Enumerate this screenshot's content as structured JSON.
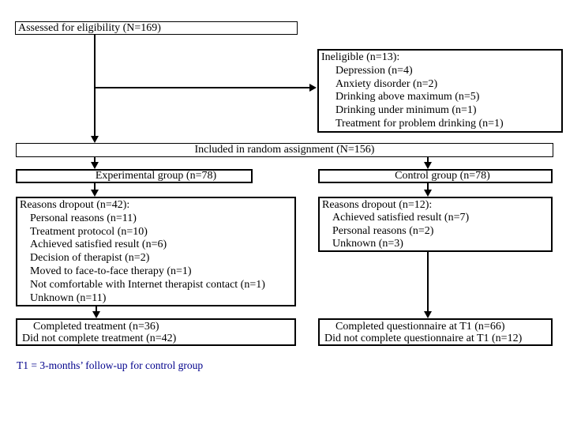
{
  "diagram": {
    "assessed": {
      "label": "Assessed for eligibility (N=169)"
    },
    "ineligible": {
      "title": "Ineligible (n=13):",
      "items": [
        "Depression (n=4)",
        "Anxiety disorder (n=2)",
        "Drinking above maximum (n=5)",
        "Drinking under minimum (n=1)",
        "Treatment for problem drinking (n=1)"
      ]
    },
    "included": {
      "label": "Included in random assignment (N=156)"
    },
    "experimental": {
      "label": "Experimental group (n=78)"
    },
    "control": {
      "label": "Control group (n=78)"
    },
    "dropout_experimental": {
      "title": "Reasons dropout (n=42):",
      "items": [
        "Personal reasons (n=11)",
        "Treatment protocol (n=10)",
        "Achieved satisfied result (n=6)",
        "Decision of therapist (n=2)",
        "Moved to face-to-face therapy (n=1)",
        "Not comfortable with Internet therapist contact (n=1)",
        "Unknown (n=11)"
      ]
    },
    "dropout_control": {
      "title": "Reasons dropout (n=12):",
      "items": [
        "Achieved satisfied result (n=7)",
        "Personal reasons (n=2)",
        "Unknown (n=3)"
      ]
    },
    "outcome_experimental": {
      "lines": [
        "Completed treatment (n=36)",
        "Did not complete treatment (n=42)"
      ]
    },
    "outcome_control": {
      "lines": [
        "Completed questionnaire at T1 (n=66)",
        "Did not complete questionnaire at T1 (n=12)"
      ]
    },
    "footnote": "T1 = 3-months’ follow-up for control group",
    "colors": {
      "line": "#000000",
      "box_background": "#ffffff",
      "footnote_text": "#00008B"
    }
  }
}
